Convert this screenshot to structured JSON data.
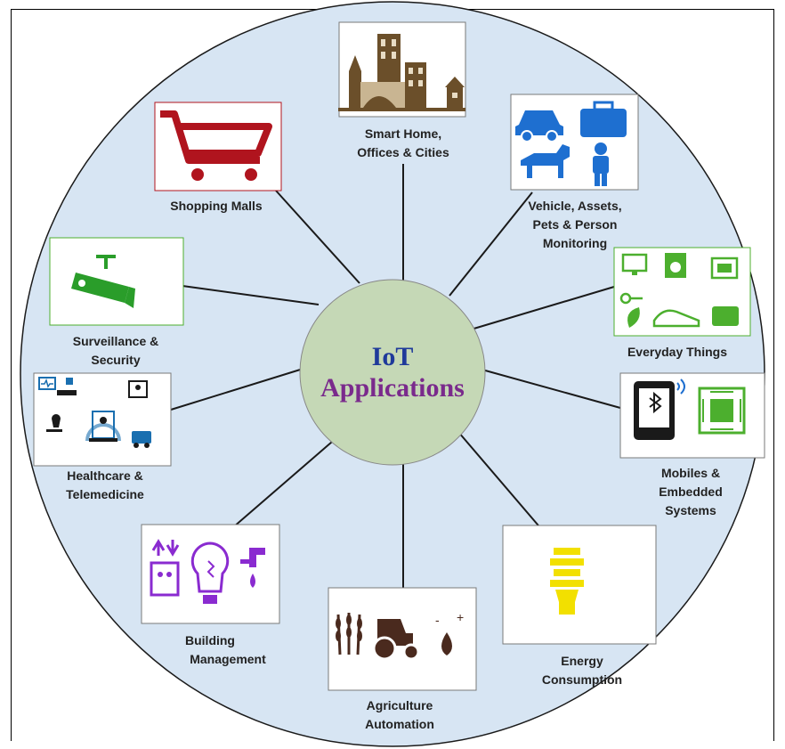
{
  "center": {
    "line1": "IoT",
    "line2": "Applications",
    "line1_color": "#1f3a9a",
    "line2_color": "#7a2a8c",
    "fill": "#c5d8b6"
  },
  "background_circle_fill": "#d7e5f3",
  "nodes": [
    {
      "id": "smart-home",
      "icon": "city-buildings-icon",
      "color": "#6b4f2a",
      "label_lines": [
        "Smart Home,",
        "Offices & Cities"
      ]
    },
    {
      "id": "vehicle",
      "icon": "vehicle-assets-pets-person-icon",
      "color": "#1e6fd0",
      "label_lines": [
        "Vehicle, Assets,",
        "Pets & Person",
        "Monitoring"
      ]
    },
    {
      "id": "everyday",
      "icon": "everyday-things-icon",
      "color": "#4caf2e",
      "label_lines": [
        "Everyday Things"
      ]
    },
    {
      "id": "mobiles",
      "icon": "mobile-embedded-icon",
      "color": "#4caf2e",
      "label_lines": [
        "Mobiles &",
        "Embedded",
        "Systems"
      ]
    },
    {
      "id": "energy",
      "icon": "light-bulb-icon",
      "color": "#f2e000",
      "label_lines": [
        "Energy",
        "Consumption"
      ]
    },
    {
      "id": "agriculture",
      "icon": "tractor-wheat-icon",
      "color": "#4a2a1e",
      "label_lines": [
        "Agriculture",
        "Automation"
      ]
    },
    {
      "id": "building",
      "icon": "building-management-icon",
      "color": "#8a2bd0",
      "label_lines": [
        "Building",
        "Management"
      ]
    },
    {
      "id": "healthcare",
      "icon": "healthcare-icon",
      "color": "#1a6fb0",
      "label_lines": [
        "Healthcare &",
        "Telemedicine"
      ]
    },
    {
      "id": "surveillance",
      "icon": "cctv-camera-icon",
      "color": "#2a9d2a",
      "label_lines": [
        "Surveillance &",
        "Security"
      ]
    },
    {
      "id": "shopping",
      "icon": "shopping-cart-icon",
      "color": "#b0141e",
      "label_lines": [
        "Shopping Malls"
      ]
    }
  ]
}
